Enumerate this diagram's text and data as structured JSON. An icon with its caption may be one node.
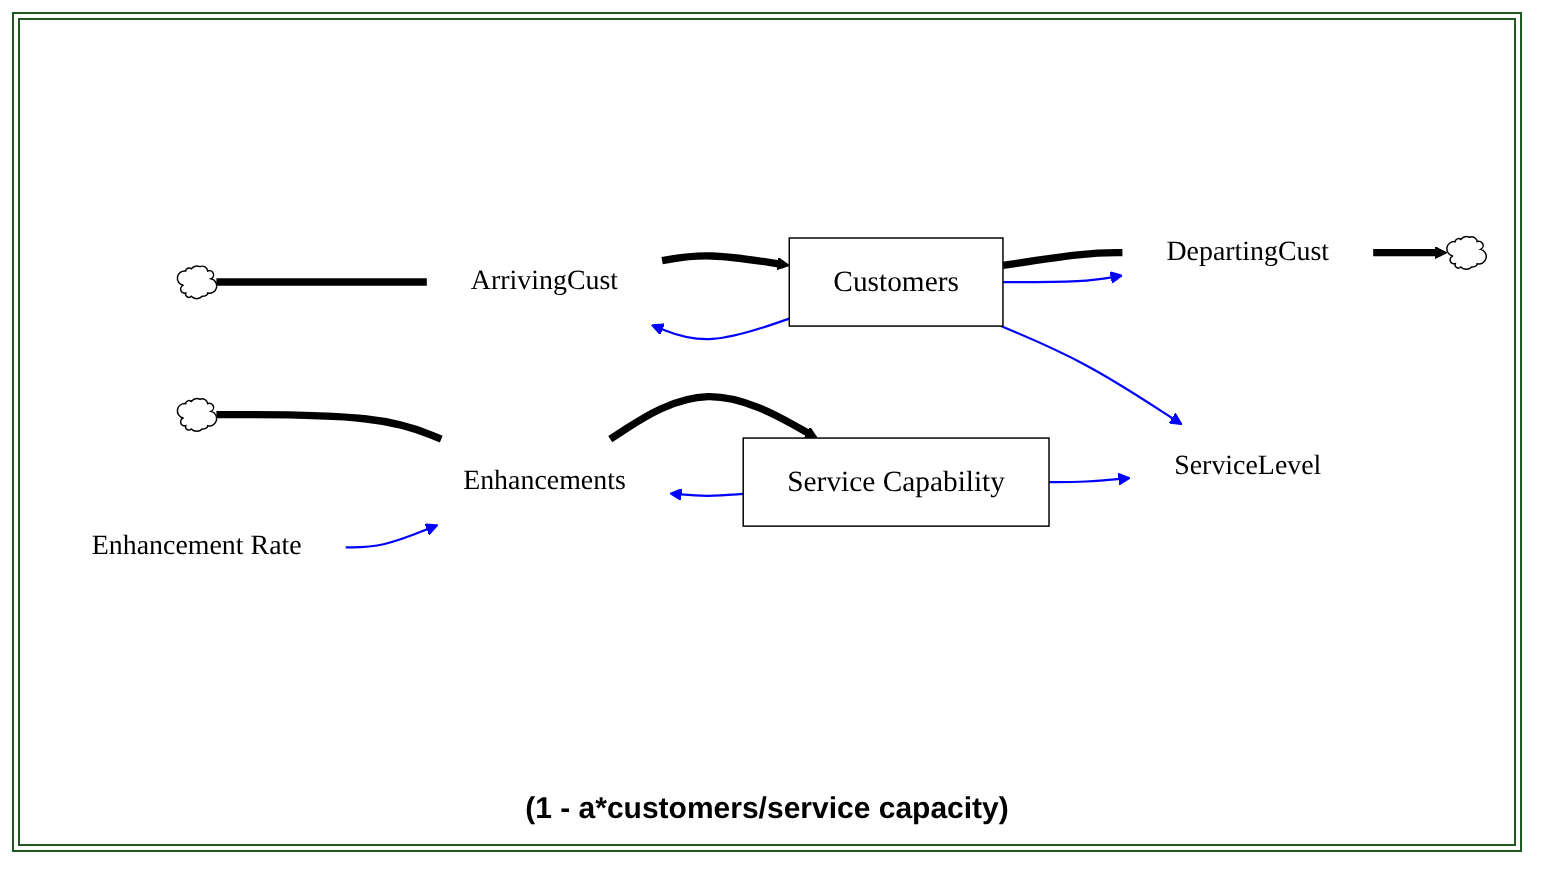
{
  "diagram": {
    "nodes": [
      {
        "text": [],
        "shape": "cloud"
      },
      {
        "text": [
          "ArrivingCust"
        ]
      },
      {
        "text": [
          "Customers"
        ]
      },
      {
        "text": [
          "DepartingCust"
        ]
      },
      {
        "text": [],
        "shape": "cloud"
      },
      {
        "text": [
          "ServiceLevel"
        ]
      },
      {
        "text": [],
        "shape": "cloud"
      },
      {
        "text": [
          "Enhancements"
        ]
      },
      {
        "text": [
          "Service Capability"
        ]
      },
      {
        "text": [
          "Enhancement Rate"
        ]
      }
    ],
    "edges": [
      {
        "from": 0,
        "to": 1,
        "arrow": "none",
        "style": "thick",
        "color": "#000000"
      },
      {
        "from": 1,
        "to": 2,
        "arrow": "to",
        "style": "thick",
        "color": "#000000"
      },
      {
        "from": 2,
        "to": 3,
        "arrow": "none",
        "style": "thick",
        "color": "#000000"
      },
      {
        "from": 3,
        "to": 4,
        "arrow": "to",
        "style": "thick",
        "color": "#000000"
      },
      {
        "from": 6,
        "to": 7,
        "arrow": "none",
        "style": "thick",
        "color": "#000000"
      },
      {
        "from": 7,
        "to": 8,
        "arrow": "to",
        "style": "thick",
        "color": "#000000"
      },
      {
        "from": 2,
        "to": 1,
        "arrow": "to",
        "color": "#0000ff"
      },
      {
        "from": 2,
        "to": 3,
        "arrow": "to",
        "color": "#0000ff"
      },
      {
        "from": 2,
        "to": 5,
        "arrow": "to",
        "color": "#0000ff"
      },
      {
        "from": 8,
        "to": 5,
        "arrow": "to",
        "color": "#0000ff"
      },
      {
        "from": 9,
        "to": 7,
        "arrow": "to",
        "color": "#0000ff"
      },
      {
        "from": 8,
        "to": 7,
        "arrow": "to",
        "color": "#0000ff"
      }
    ],
    "labels": [
      "(1 - a*customers/service capacity)"
    ]
  }
}
